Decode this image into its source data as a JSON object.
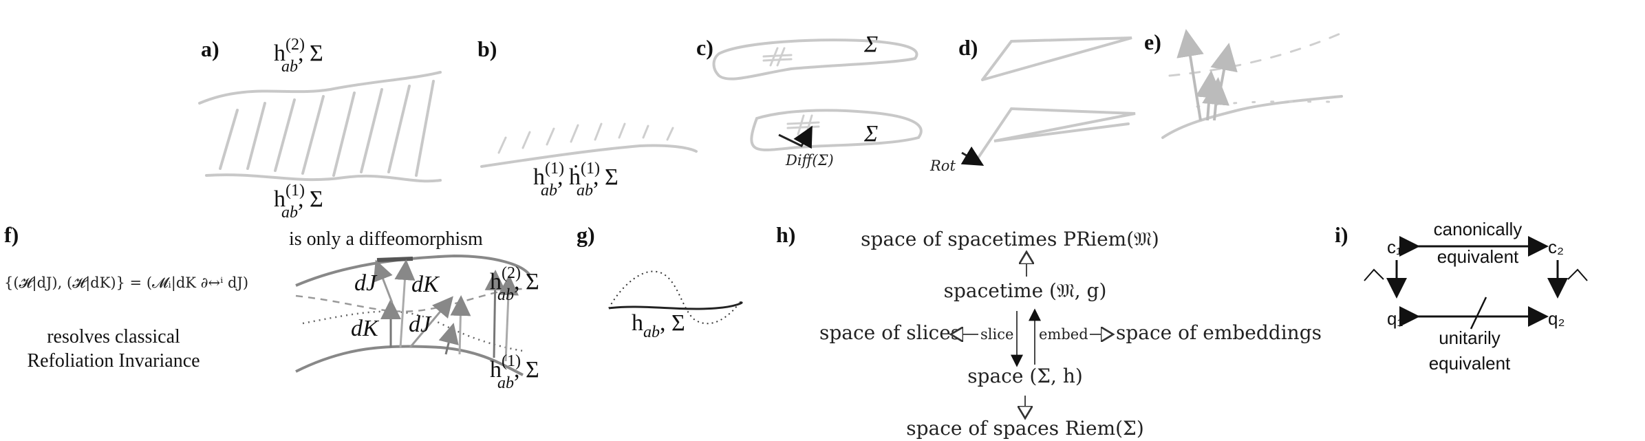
{
  "panels": {
    "a": {
      "label": "a)",
      "top_base": "h",
      "top_sup": "(2)",
      "top_sub": "ab",
      "top_rest": ", Σ",
      "bot_base": "h",
      "bot_sup": "(1)",
      "bot_sub": "ab",
      "bot_rest": ", Σ"
    },
    "b": {
      "label": "b)",
      "base1": "h",
      "sup1": "(1)",
      "sub1": "ab",
      "sep": ", ",
      "base2": "ḣ",
      "sup2": "(1)",
      "sub2": "ab",
      "rest": ", Σ"
    },
    "c": {
      "label": "c)",
      "sigma_top": "Σ",
      "sigma_bot": "Σ",
      "diff": "Diff(Σ)"
    },
    "d": {
      "label": "d)",
      "rot": "Rot"
    },
    "e": {
      "label": "e)"
    },
    "f": {
      "label": "f)",
      "formula": "{(𝓗|dJ), (𝓗|dK)} = (𝓜ᵢ|dK ∂↔ⁱ dJ)",
      "caption_line1": "resolves classical",
      "caption_line2": "Refoliation Invariance",
      "title": "is only a diffeomorphism",
      "dJ": "dJ",
      "dK": "dK",
      "top_base": "h",
      "top_sup": "(2)",
      "top_sub": "ab",
      "top_rest": ", Σ",
      "bot_base": "h",
      "bot_sup": "(1)",
      "bot_sub": "ab",
      "bot_rest": ", Σ"
    },
    "g": {
      "label": "g)",
      "base": "h",
      "sub": "ab",
      "rest": ", Σ"
    },
    "h": {
      "label": "h)",
      "priem": "space of spacetimes PRiem(𝔐)",
      "spacetime": "spacetime (𝔐, g)",
      "slices": "space of slices",
      "slice_arrow": "slice",
      "embed_arrow": "embed",
      "embeddings": "space of embeddings",
      "space": "space (Σ, h)",
      "riem": "space of spaces Riem(Σ)"
    },
    "i": {
      "label": "i)",
      "c1": "c₁",
      "c2": "c₂",
      "q1": "q₁",
      "q2": "q₂",
      "top_edge_1": "canonically",
      "top_edge_2": "equivalent",
      "bot_edge_1": "unitarily",
      "bot_edge_2": "equivalent",
      "hat": "^"
    }
  }
}
